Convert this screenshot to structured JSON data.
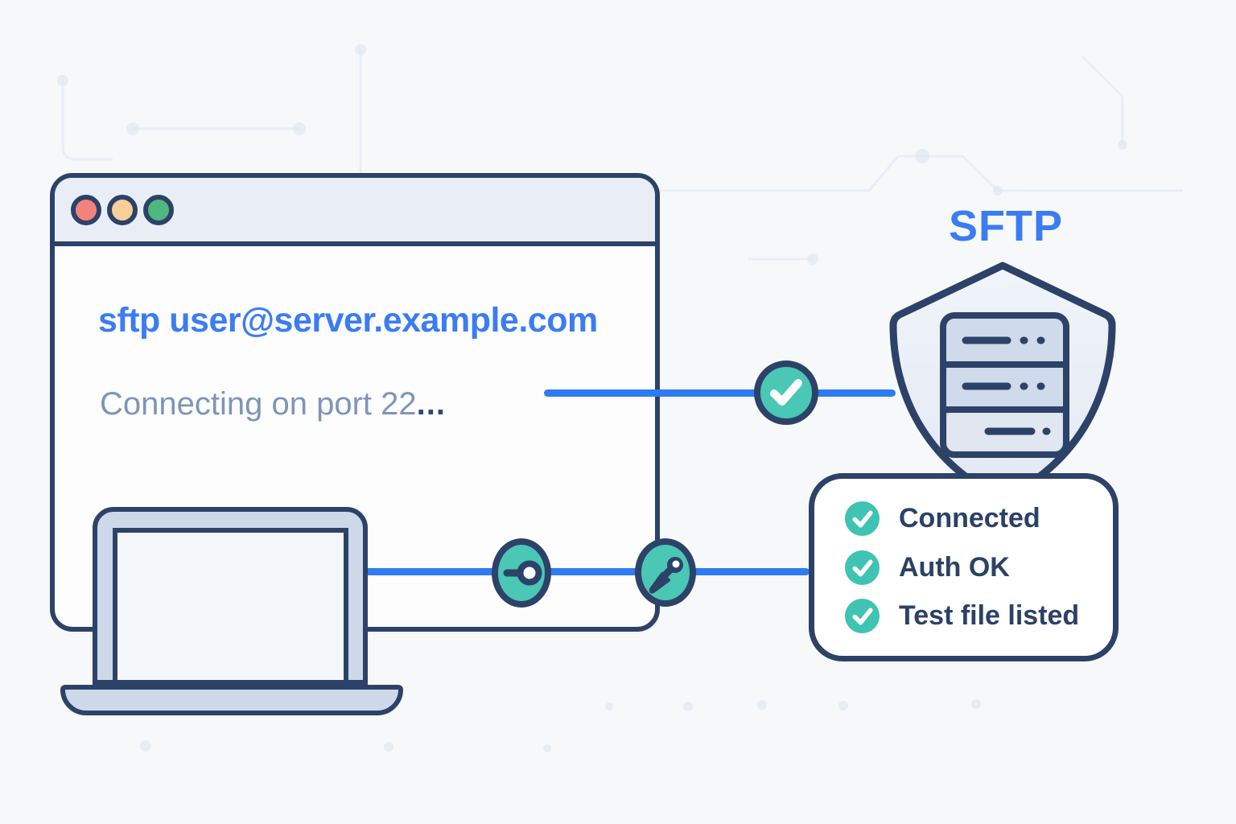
{
  "illustration": {
    "title": "SFTP",
    "terminal": {
      "traffic_lights": [
        {
          "name": "close-dot",
          "color": "#f4827c"
        },
        {
          "name": "minimize-dot",
          "color": "#f8cf99"
        },
        {
          "name": "zoom-dot",
          "color": "#4eb87d"
        }
      ],
      "command": "sftp user@server.example.com",
      "status": "Connecting on port 22",
      "ellipsis": "..."
    },
    "connection": {
      "line_node_icons": [
        "check-icon",
        "keyhole-icon",
        "key-icon"
      ]
    },
    "checklist": {
      "items": [
        {
          "icon": "check-icon",
          "label": "Connected"
        },
        {
          "icon": "check-icon",
          "label": "Auth OK"
        },
        {
          "icon": "check-icon",
          "label": "Test file listed"
        }
      ]
    },
    "colors": {
      "accent_blue": "#3b7cf3",
      "line_blue": "#2e7bf2",
      "teal": "#4ac7b5",
      "navy": "#2d4268",
      "slate_text": "#7e95b7"
    }
  }
}
